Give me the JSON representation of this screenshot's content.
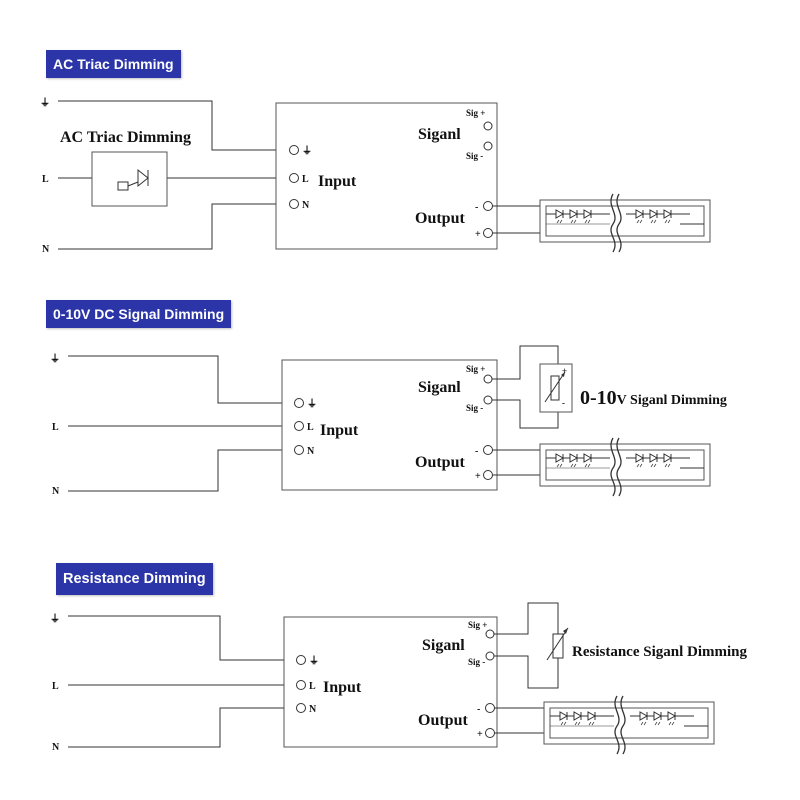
{
  "sections": [
    {
      "title": "AC Triac Dimming",
      "device_label": "AC Triac Dimming",
      "input_label": "Input",
      "signal_label": "Siganl",
      "output_label": "Output",
      "terminals": {
        "ground": "⏚",
        "line": "L",
        "neutral": "N",
        "sig_plus": "Sig +",
        "sig_minus": "Sig -",
        "out_minus": "-",
        "out_plus": "+"
      },
      "mains": {
        "ground": "⏚",
        "line": "L",
        "neutral": "N"
      }
    },
    {
      "title": "0-10V DC Signal Dimming",
      "device_label_big": "0-10",
      "device_label_rest": "V Siganl Dimming",
      "input_label": "Input",
      "signal_label": "Siganl",
      "output_label": "Output",
      "pot_plus": "+",
      "pot_minus": "-",
      "terminals": {
        "ground": "⏚",
        "line": "L",
        "neutral": "N",
        "sig_plus": "Sig +",
        "sig_minus": "Sig -",
        "out_minus": "-",
        "out_plus": "+"
      },
      "mains": {
        "ground": "⏚",
        "line": "L",
        "neutral": "N"
      }
    },
    {
      "title": "Resistance Dimming",
      "device_label": "Resistance Siganl Dimming",
      "input_label": "Input",
      "signal_label": "Siganl",
      "output_label": "Output",
      "terminals": {
        "ground": "⏚",
        "line": "L",
        "neutral": "N",
        "sig_plus": "Sig +",
        "sig_minus": "Sig -",
        "out_minus": "-",
        "out_plus": "+"
      },
      "mains": {
        "ground": "⏚",
        "line": "L",
        "neutral": "N"
      }
    }
  ],
  "colors": {
    "title_bg": "#2b35a8",
    "title_text": "#ffffff",
    "line": "#333333"
  }
}
